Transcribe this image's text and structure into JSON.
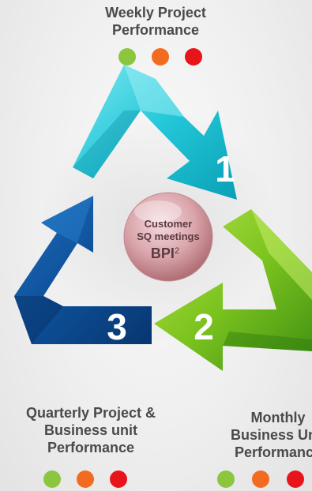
{
  "colors": {
    "status_green": "#8cc63f",
    "status_orange": "#f26b21",
    "status_red": "#e8141c"
  },
  "stages": [
    {
      "number": "1",
      "title_lines": [
        "Weekly Project",
        "Performance"
      ]
    },
    {
      "number": "2",
      "title_lines": [
        "Monthly",
        "Business Unit",
        "Performance"
      ]
    },
    {
      "number": "3",
      "title_lines": [
        "Quarterly Project &",
        "Business unit",
        "Performance"
      ]
    }
  ],
  "center": {
    "line1": "Customer",
    "line2": "SQ meetings",
    "line3": "BPI",
    "superscript": "2"
  }
}
